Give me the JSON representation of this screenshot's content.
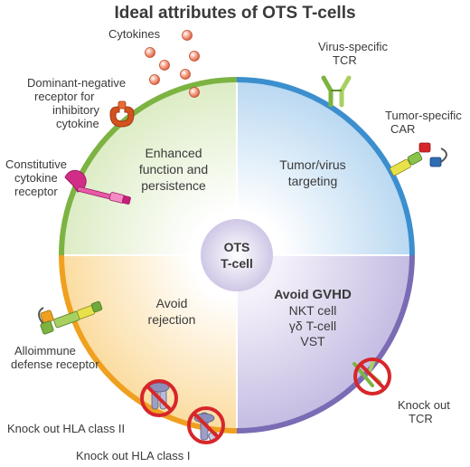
{
  "title": "Ideal attributes of OTS T-cells",
  "center": [
    "OTS",
    "T-cell"
  ],
  "quadrants": {
    "top_left": [
      "Enhanced",
      "function and",
      "persistence"
    ],
    "top_right": [
      "Tumor/virus",
      "targeting"
    ],
    "bottom_left": [
      "Avoid",
      "rejection"
    ],
    "bottom_right": {
      "heading_prefix": "Avoid ",
      "heading_bold": "GVHD",
      "items": [
        "NKT cell",
        "γδ T-cell",
        "VST"
      ]
    }
  },
  "labels": {
    "cytokines": [
      "Cytokines"
    ],
    "dominant_negative": [
      "Dominant-negative",
      "receptor for",
      "inhibitory",
      "cytokine"
    ],
    "constitutive": [
      "Constitutive",
      "cytokine",
      "receptor"
    ],
    "alloimmune": [
      "Alloimmune",
      "defense receptor"
    ],
    "virus_tcr": [
      "Virus-specific",
      "TCR"
    ],
    "tumor_car": [
      "Tumor-specific",
      "CAR"
    ],
    "ko_tcr": [
      "Knock out",
      "TCR"
    ],
    "ko_hla2": [
      "Knock out HLA class II"
    ],
    "ko_hla1": [
      "Knock out HLA class I"
    ]
  },
  "colors": {
    "green": "#7cb342",
    "blue": "#3c8fce",
    "orange": "#f0a020",
    "purple": "#7b6bb4",
    "no_sign": "#d7262b"
  }
}
